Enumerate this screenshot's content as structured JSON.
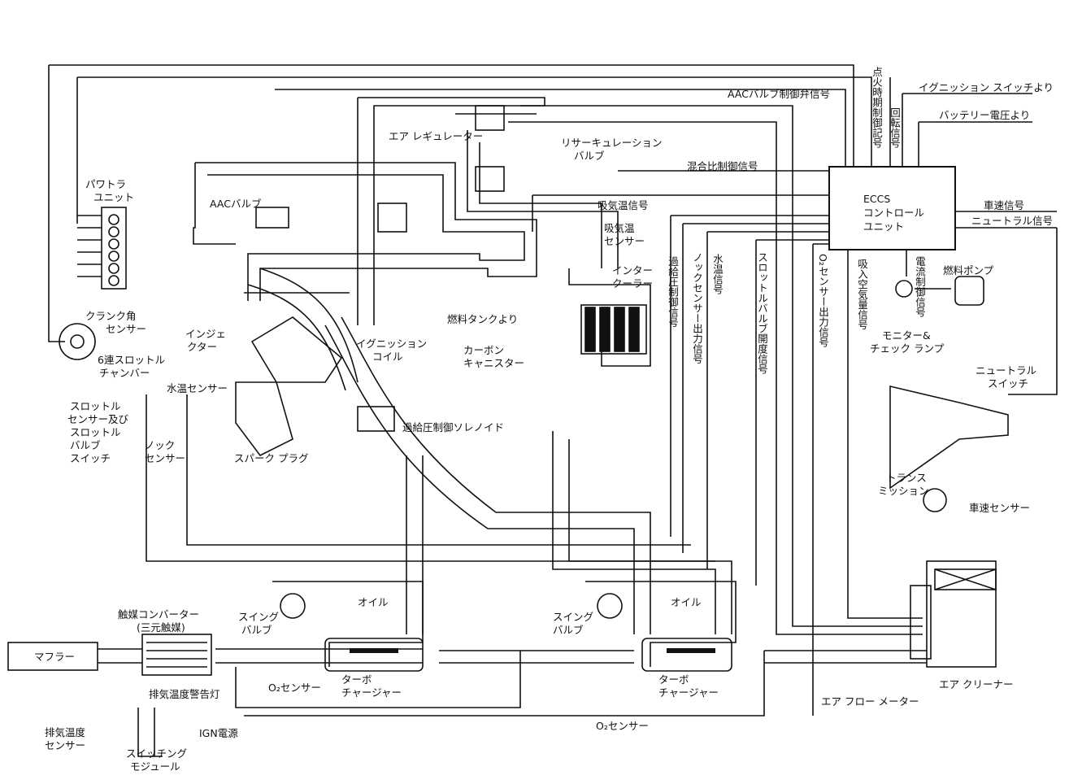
{
  "labels": {
    "ignition_timing": "点火時期制御記号",
    "rpm_signal": "回転信号",
    "aac_valve_signal": "AACバルブ制御弁信号",
    "ignition_switch": "イグニッション スイッチより",
    "battery": "バッテリー電圧より",
    "air_regulator": "エア レギュレーター",
    "recirc_valve_1": "リサーキュレーション",
    "recirc_valve_2": "バルブ",
    "mixture_signal": "混合比制御信号",
    "eccs_1": "ECCS",
    "eccs_2": "コントロール",
    "eccs_3": "ユニット",
    "vehicle_speed_signal": "車速信号",
    "neutral_signal": "ニュートラル信号",
    "power_unit_1": "パワトラ",
    "power_unit_2": "ユニット",
    "aac_valve": "AACバルブ",
    "intake_temp_signal": "吸気温信号",
    "intake_temp_sensor_1": "吸気温",
    "intake_temp_sensor_2": "センサー",
    "intercooler_1": "インター",
    "intercooler_2": "クーラー",
    "boost_control_signal": "過給圧制御信号",
    "knock_sensor_signal": "ノックセンサー出力信号",
    "water_temp_signal": "水温信号",
    "throttle_signal": "スロットルバルブ開度信号",
    "o2_output_signal": "O₂センサー出力信号",
    "airflow_signal": "吸入空気量信号",
    "current_control_signal": "電流制御信号",
    "fuel_pump": "燃料ポンプ",
    "monitor_lamp_1": "モニター&",
    "monitor_lamp_2": "チェック ランプ",
    "crank_sensor_1": "クランク角",
    "crank_sensor_2": "センサー",
    "injector_1": "インジェ",
    "injector_2": "クター",
    "fuel_tank": "燃料タンクより",
    "ignition_coil_1": "イグニッション",
    "ignition_coil_2": "コイル",
    "canister_1": "カーボン",
    "canister_2": "キャニスター",
    "throttle_chamber_1": "6連スロットル",
    "throttle_chamber_2": "チャンバー",
    "water_temp_sensor": "水温センサー",
    "throttle_sensor_1": "スロットル",
    "throttle_sensor_2": "センサー及び",
    "throttle_sensor_3": "スロットル",
    "throttle_sensor_4": "バルブ",
    "throttle_sensor_5": "スイッチ",
    "knock_sensor_1": "ノック",
    "knock_sensor_2": "センサー",
    "spark_plug": "スパーク プラグ",
    "boost_solenoid": "過給圧制御ソレノイド",
    "neutral_switch_1": "ニュートラル",
    "neutral_switch_2": "スイッチ",
    "transmission_1": "トランス",
    "transmission_2": "ミッション",
    "vehicle_speed_sensor": "車速センサー",
    "catalyst_1": "触媒コンバーター",
    "catalyst_2": "(三元触媒)",
    "muffler": "マフラー",
    "swing_valve_l_1": "スイング",
    "swing_valve_l_2": "バルブ",
    "oil_l": "オイル",
    "swing_valve_r_1": "スイング",
    "swing_valve_r_2": "バルブ",
    "oil_r": "オイル",
    "o2_sensor_l": "O₂センサー",
    "turbo_l_1": "ターボ",
    "turbo_l_2": "チャージャー",
    "turbo_r_1": "ターボ",
    "turbo_r_2": "チャージャー",
    "o2_sensor_r": "O₂センサー",
    "exhaust_temp_lamp": "排気温度警告灯",
    "ign_power": "IGN電源",
    "exhaust_temp_sensor_1": "排気温度",
    "exhaust_temp_sensor_2": "センサー",
    "switching_module_1": "スイッチング",
    "switching_module_2": "モジュール",
    "air_flow_meter": "エア フロー メーター",
    "air_cleaner": "エア クリーナー"
  }
}
